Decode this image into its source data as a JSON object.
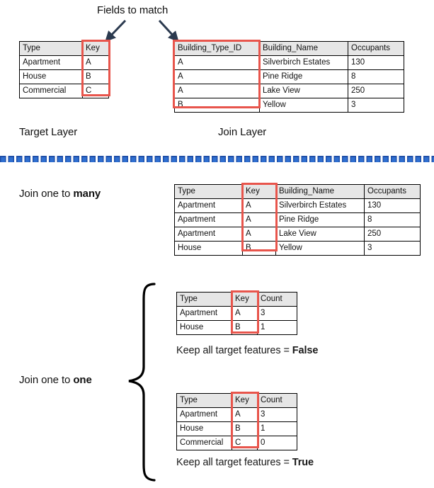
{
  "title_note": "Fields to match",
  "annotations": {
    "fields_to_match": "Fields to match",
    "target_layer": "Target Layer",
    "join_layer": "Join Layer",
    "join_one_to_many_pre": "Join one to ",
    "join_one_to_many_bold": "many",
    "join_one_to_one_pre": "Join one to ",
    "join_one_to_one_bold": "one",
    "keep_false_pre": "Keep all target features = ",
    "keep_false_bold": "False",
    "keep_true_pre": "Keep all target features = ",
    "keep_true_bold": "True"
  },
  "colors": {
    "highlight": "#e8554c",
    "header_fill": "#e6e6e6",
    "arrow": "#2b3a4f",
    "divider_blue": "#2f6fd0",
    "divider_navy": "#1f4fa8",
    "border": "#000000"
  },
  "icons": {
    "arrow_left": "arrow-down-left-icon",
    "arrow_right": "arrow-down-right-icon",
    "brace": "curly-brace-icon"
  },
  "tables": {
    "target_layer": {
      "name": "Target Layer",
      "columns": [
        "Type",
        "Key"
      ],
      "rows": [
        [
          "Apartment",
          "A"
        ],
        [
          "House",
          "B"
        ],
        [
          "Commercial",
          "C"
        ]
      ],
      "highlight_column": "Key"
    },
    "join_layer": {
      "name": "Join Layer",
      "columns": [
        "Building_Type_ID",
        "Building_Name",
        "Occupants"
      ],
      "rows": [
        [
          "A",
          "Silverbirch Estates",
          "130"
        ],
        [
          "A",
          "Pine Ridge",
          "8"
        ],
        [
          "A",
          "Lake View",
          "250"
        ],
        [
          "B",
          "Yellow",
          "3"
        ]
      ],
      "highlight_column": "Building_Type_ID"
    },
    "one_to_many": {
      "name": "Join one to many result",
      "columns": [
        "Type",
        "Key",
        "Building_Name",
        "Occupants"
      ],
      "rows": [
        [
          "Apartment",
          "A",
          "Silverbirch Estates",
          "130"
        ],
        [
          "Apartment",
          "A",
          "Pine Ridge",
          "8"
        ],
        [
          "Apartment",
          "A",
          "Lake View",
          "250"
        ],
        [
          "House",
          "B",
          "Yellow",
          "3"
        ]
      ],
      "highlight_column": "Key"
    },
    "one_to_one_false": {
      "name": "Join one to one, keep all target features False",
      "columns": [
        "Type",
        "Key",
        "Count"
      ],
      "rows": [
        [
          "Apartment",
          "A",
          "3"
        ],
        [
          "House",
          "B",
          "1"
        ]
      ],
      "highlight_column": "Key"
    },
    "one_to_one_true": {
      "name": "Join one to one, keep all target features True",
      "columns": [
        "Type",
        "Key",
        "Count"
      ],
      "rows": [
        [
          "Apartment",
          "A",
          "3"
        ],
        [
          "House",
          "B",
          "1"
        ],
        [
          "Commercial",
          "C",
          "0"
        ]
      ],
      "highlight_column": "Key"
    }
  }
}
